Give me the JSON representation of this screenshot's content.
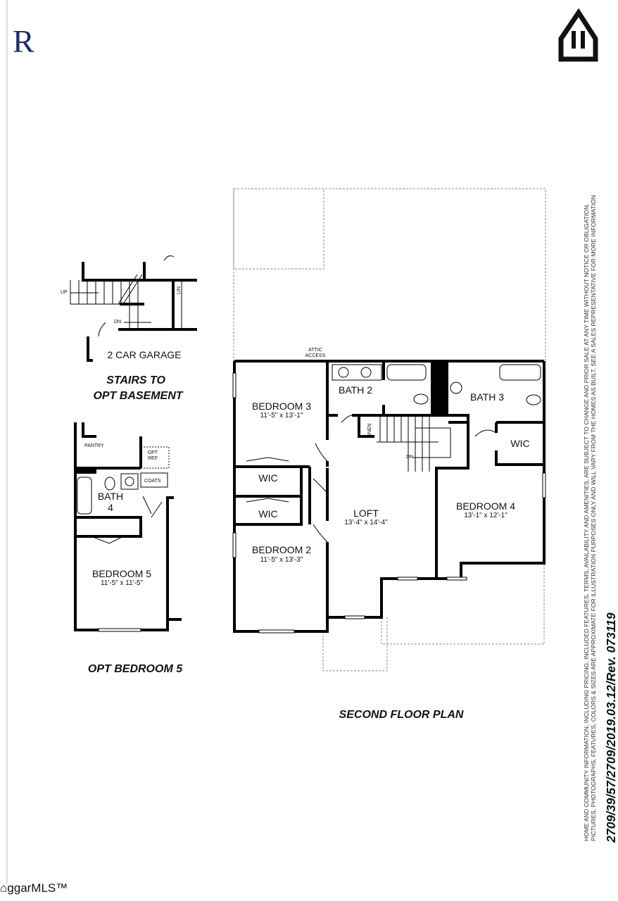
{
  "brand_fragment": "R",
  "equal_housing_logo": "EQUAL HOUSING OPPORTUNITY",
  "disclaimer": {
    "line1": "HOME AND COMMUNITY INFORMATION, INCLUDING PRICING, INCLUDED FEATURES, TERMS, AVAILABILITY AND AMENITIES, ARE SUBJECT TO CHANGE AND PRIOR SALE AT ANY TIME WITHOUT NOTICE OR OBLIGATION.",
    "line2": "PICTURES, PHOTOGRAPHS, FEATURES, COLORS & SIZES ARE APPROXIMATE FOR ILLUSTRATION PURPOSES ONLY AND WILL VARY FROM THE HOMES AS BUILT.  SEE A SALES REPRESENTATIVE FOR MORE INFORMATION",
    "revision": "2709/39/57/2709/2019.03.12/Rev. 073119"
  },
  "stairs_detail": {
    "up": "UP",
    "dn": "DN",
    "lin": "LIN",
    "garage": "2 CAR GARAGE",
    "title_line1": "STAIRS TO",
    "title_line2": "OPT BASEMENT"
  },
  "opt_bedroom": {
    "pantry": "PANTRY",
    "opt_ref_1": "OPT",
    "opt_ref_2": "REF",
    "coats": "COATS",
    "bath4_1": "BATH",
    "bath4_2": "4",
    "bedroom5": "BEDROOM 5",
    "bedroom5_dims": "11'-5\" x 11'-5\"",
    "title": "OPT BEDROOM 5"
  },
  "second_floor": {
    "attic_1": "ATTIC",
    "attic_2": "ACCESS",
    "bedroom3": "BEDROOM 3",
    "bedroom3_dims": "11'-5\" x 13'-1\"",
    "bath2": "BATH 2",
    "bath3": "BATH 3",
    "linen": "LINEN",
    "dn": "DN",
    "wic_bed4": "WIC",
    "wic_bed3": "WIC",
    "wic_bed2": "WIC",
    "loft": "LOFT",
    "loft_dims": "13'-4\" x 14'-4\"",
    "bedroom4": "BEDROOM 4",
    "bedroom4_dims": "13'-1\" x 12'-1\"",
    "bedroom2": "BEDROOM 2",
    "bedroom2_dims": "11'-5\" x 13'-3\"",
    "title": "SECOND FLOOR PLAN"
  },
  "watermark": "ggarMLS™",
  "colors": {
    "brand": "#1d2f5e",
    "walls": "#000000"
  }
}
